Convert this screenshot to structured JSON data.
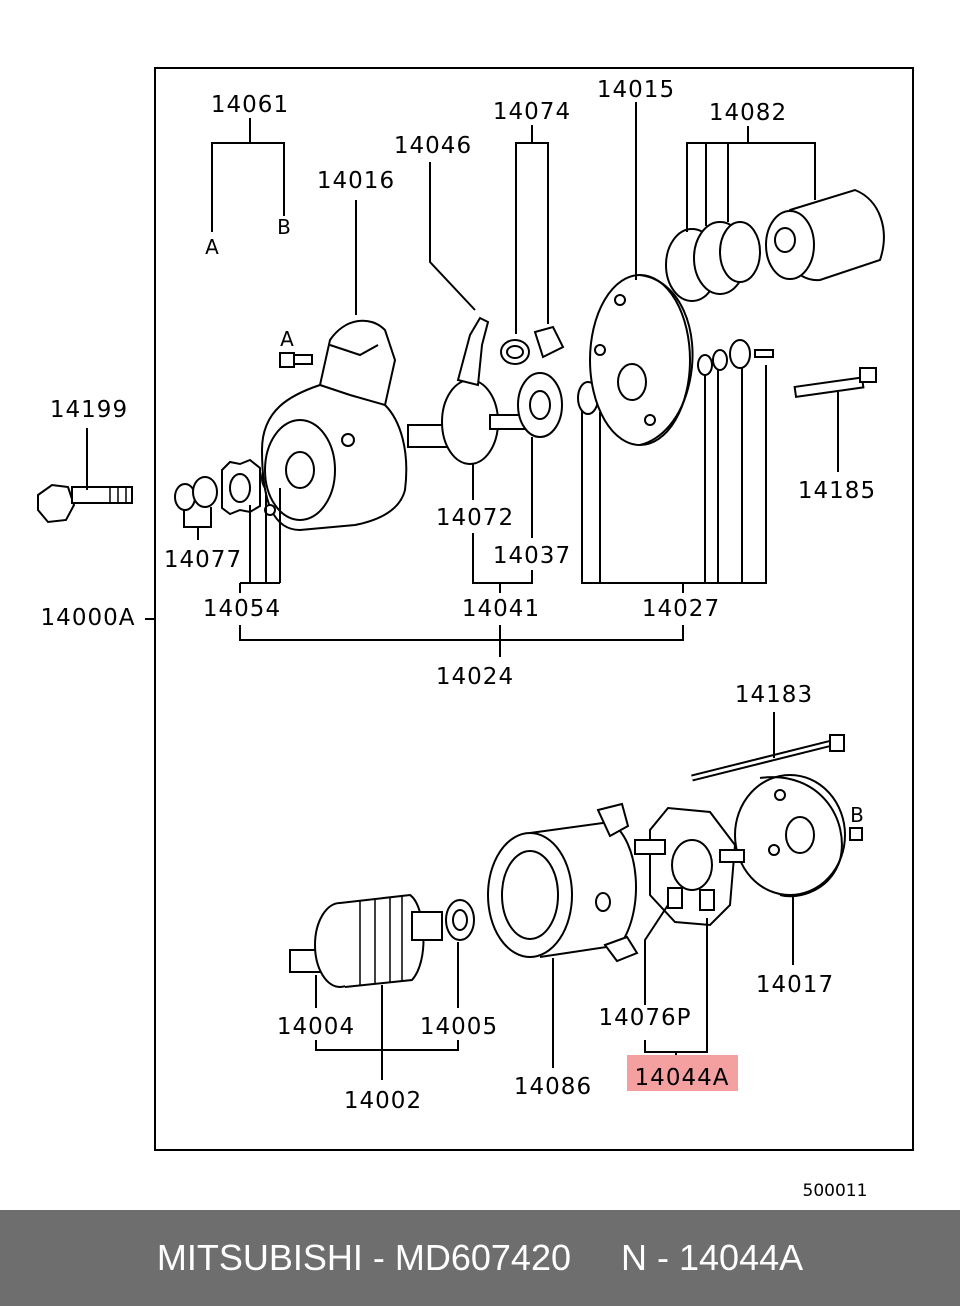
{
  "diagram": {
    "labels": {
      "p14061": "14061",
      "a_top": "A",
      "b_top": "B",
      "p14016": "14016",
      "a_mid": "A",
      "p14046": "14046",
      "p14074": "14074",
      "p14015": "14015",
      "p14082": "14082",
      "p14199": "14199",
      "p14185": "14185",
      "p14072": "14072",
      "p14037": "14037",
      "p14077": "14077",
      "p14054": "14054",
      "p14041": "14041",
      "p14027": "14027",
      "p14000A": "14000A",
      "p14024": "14024",
      "p14183": "14183",
      "b_low": "B",
      "p14017": "14017",
      "p14004": "14004",
      "p14005": "14005",
      "p14076P": "14076P",
      "p14002": "14002",
      "p14086": "14086",
      "p14044A": "14044A"
    },
    "highlight_color": "#f4a0a0",
    "diagram_code": "500011"
  },
  "footer": {
    "brand": "MITSUBISHI",
    "separator1": " - ",
    "part_number": "MD607420",
    "gap": "     ",
    "ref": "N - 14044A"
  }
}
